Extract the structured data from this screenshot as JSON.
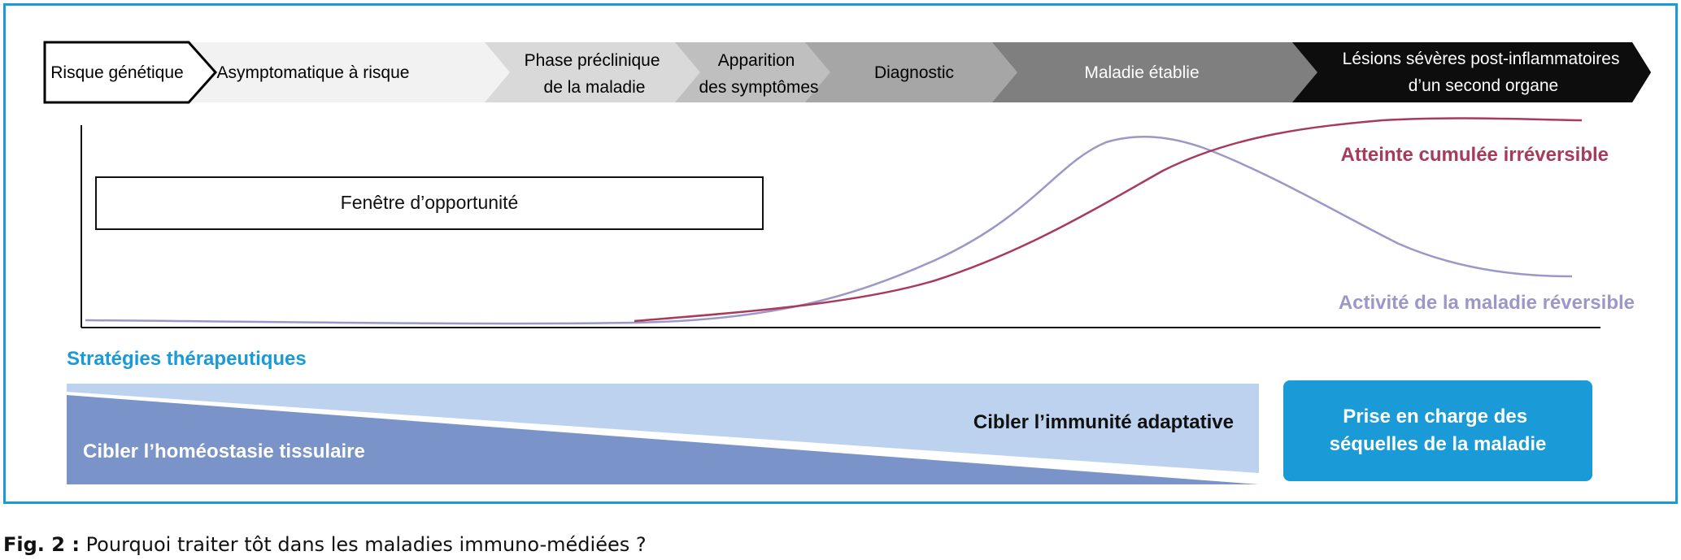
{
  "timeline": {
    "stages": [
      {
        "label_lines": [
          "Risque génétique"
        ],
        "fill": "#ffffff",
        "text_color": "#000000"
      },
      {
        "label_lines": [
          "Asymptomatique à risque"
        ],
        "fill": "#f2f2f2",
        "text_color": "#000000"
      },
      {
        "label_lines": [
          "Phase préclinique",
          "de la maladie"
        ],
        "fill": "#d9d9d9",
        "text_color": "#000000"
      },
      {
        "label_lines": [
          "Apparition",
          "des symptômes"
        ],
        "fill": "#bfbfbf",
        "text_color": "#000000"
      },
      {
        "label_lines": [
          "Diagnostic"
        ],
        "fill": "#a6a6a6",
        "text_color": "#000000"
      },
      {
        "label_lines": [
          "Maladie établie"
        ],
        "fill": "#7f7f7f",
        "text_color": "#ffffff"
      },
      {
        "label_lines": [
          "Lésions sévères post-inflammatoires",
          "d’un second organe"
        ],
        "fill": "#0d0d0d",
        "text_color": "#ffffff"
      }
    ]
  },
  "graph": {
    "window_label": "Fenêtre d’opportunité",
    "cumulative_label": "Atteinte cumulée irréversible",
    "activity_label": "Activité de la maladie réversible",
    "cumulative_color": "#a83a5c",
    "activity_color": "#9b98c9"
  },
  "strategies": {
    "heading": "Stratégies thérapeutiques",
    "heading_color": "#1a9ad6",
    "homeostasis_label": "Cibler l’homéostasie tissulaire",
    "homeostasis_color": "#7a93c8",
    "adaptive_label": "Cibler l’immunité adaptative",
    "adaptive_color": "#bcd2ef",
    "sequelae_line1": "Prise en charge des",
    "sequelae_line2": "séquelles de la maladie",
    "sequelae_color": "#1a9ad6"
  },
  "caption": {
    "label": "Fig. 2 :",
    "text": " Pourquoi traiter tôt dans les maladies immuno-médiées ?"
  }
}
